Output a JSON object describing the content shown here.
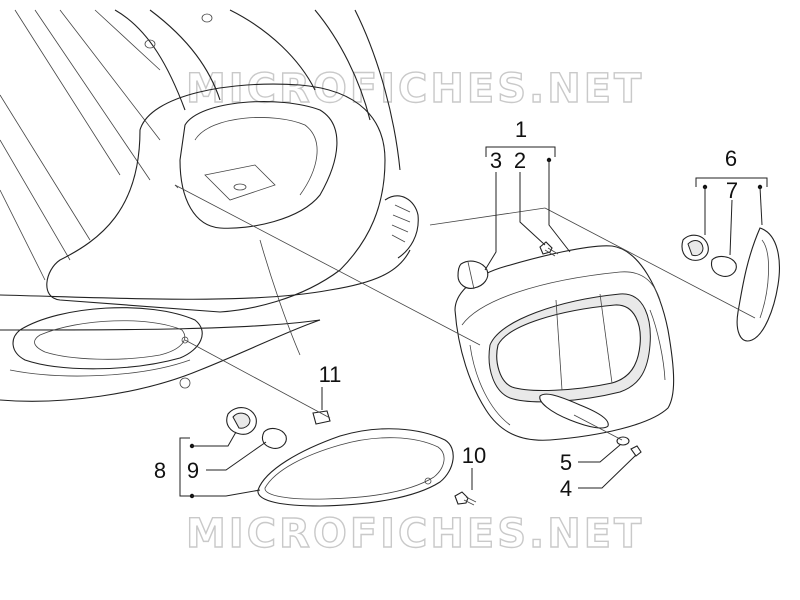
{
  "watermark": {
    "top": "MICROFICHES.NET",
    "bottom": "MICROFICHES.NET"
  },
  "labels": {
    "p1": "1",
    "p2": "2",
    "p3": "3",
    "p4": "4",
    "p5": "5",
    "p6": "6",
    "p7": "7",
    "p8": "8",
    "p9": "9",
    "p10": "10",
    "p11": "11"
  }
}
